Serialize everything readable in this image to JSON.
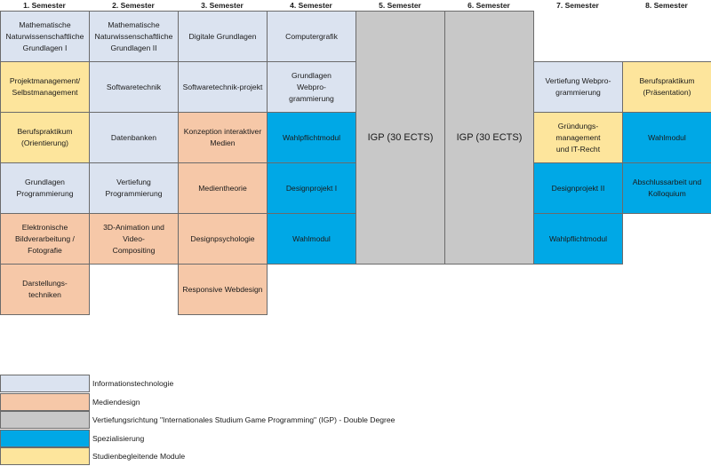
{
  "colors": {
    "it": "#dbe3f0",
    "media": "#f6c8a8",
    "igp": "#c8c8c8",
    "spec": "#00a8e6",
    "study": "#fde59c"
  },
  "semesters": [
    "1. Semester",
    "2. Semester",
    "3. Semester",
    "4. Semester",
    "5. Semester",
    "6. Semester",
    "7. Semester",
    "8. Semester"
  ],
  "modules": [
    {
      "label": "Mathematische\nNaturwissenschaftliche\nGrundlagen I",
      "category": "it",
      "semester": 1,
      "row": 1
    },
    {
      "label": "Projektmanagement/\nSelbstmanagement",
      "category": "study",
      "semester": 1,
      "row": 2
    },
    {
      "label": "Berufspraktikum\n(Orientierung)",
      "category": "study",
      "semester": 1,
      "row": 3
    },
    {
      "label": "Grundlagen\nProgrammierung",
      "category": "it",
      "semester": 1,
      "row": 4
    },
    {
      "label": "Elektronische\nBildverarbeitung /\nFotografie",
      "category": "media",
      "semester": 1,
      "row": 5
    },
    {
      "label": "Darstellungs-\ntechniken",
      "category": "media",
      "semester": 1,
      "row": 6
    },
    {
      "label": "Mathematische\nNaturwissenschaftliche\nGrundlagen II",
      "category": "it",
      "semester": 2,
      "row": 1
    },
    {
      "label": "Softwaretechnik",
      "category": "it",
      "semester": 2,
      "row": 2
    },
    {
      "label": "Datenbanken",
      "category": "it",
      "semester": 2,
      "row": 3
    },
    {
      "label": "Vertiefung\nProgrammierung",
      "category": "it",
      "semester": 2,
      "row": 4
    },
    {
      "label": "3D-Animation und Video-\nCompositing",
      "category": "media",
      "semester": 2,
      "row": 5
    },
    {
      "label": "Digitale Grundlagen",
      "category": "it",
      "semester": 3,
      "row": 1
    },
    {
      "label": "Softwaretechnik-projekt",
      "category": "it",
      "semester": 3,
      "row": 2
    },
    {
      "label": "Konzeption interaktiver\nMedien",
      "category": "media",
      "semester": 3,
      "row": 3
    },
    {
      "label": "Medientheorie",
      "category": "media",
      "semester": 3,
      "row": 4
    },
    {
      "label": "Designpsychologie",
      "category": "media",
      "semester": 3,
      "row": 5
    },
    {
      "label": "Responsive Webdesign",
      "category": "media",
      "semester": 3,
      "row": 6
    },
    {
      "label": "Computergrafik",
      "category": "it",
      "semester": 4,
      "row": 1
    },
    {
      "label": "Grundlagen\nWebpro-\ngrammierung",
      "category": "it",
      "semester": 4,
      "row": 2
    },
    {
      "label": "Wahlpflichtmodul",
      "category": "spec",
      "semester": 4,
      "row": 3
    },
    {
      "label": "Designprojekt I",
      "category": "spec",
      "semester": 4,
      "row": 4
    },
    {
      "label": "Wahlmodul",
      "category": "spec",
      "semester": 4,
      "row": 5
    },
    {
      "label": "IGP (30 ECTS)",
      "category": "igp",
      "semester": 5,
      "row": 1,
      "rowspan": 5,
      "big": true
    },
    {
      "label": "IGP (30 ECTS)",
      "category": "igp",
      "semester": 6,
      "row": 1,
      "rowspan": 5,
      "big": true
    },
    {
      "label": "Vertiefung Webpro-\ngrammierung",
      "category": "it",
      "semester": 7,
      "row": 2
    },
    {
      "label": "Gründungs-management\nund IT-Recht",
      "category": "study",
      "semester": 7,
      "row": 3
    },
    {
      "label": "Designprojekt II",
      "category": "spec",
      "semester": 7,
      "row": 4
    },
    {
      "label": "Wahlpflichtmodul",
      "category": "spec",
      "semester": 7,
      "row": 5
    },
    {
      "label": "Berufspraktikum\n(Präsentation)",
      "category": "study",
      "semester": 8,
      "row": 2
    },
    {
      "label": "Wahlmodul",
      "category": "spec",
      "semester": 8,
      "row": 3
    },
    {
      "label": "Abschlussarbeit und\nKolloquium",
      "category": "spec",
      "semester": 8,
      "row": 4
    }
  ],
  "legend": [
    {
      "category": "it",
      "label": "Informationstechnologie"
    },
    {
      "category": "media",
      "label": "Mediendesign"
    },
    {
      "category": "igp",
      "label": "Vertiefungsrichtung \"Internationales Studium Game Programming\" (IGP) - Double Degree"
    },
    {
      "category": "spec",
      "label": "Spezialisierung"
    },
    {
      "category": "study",
      "label": "Studienbegleitende Module"
    }
  ]
}
